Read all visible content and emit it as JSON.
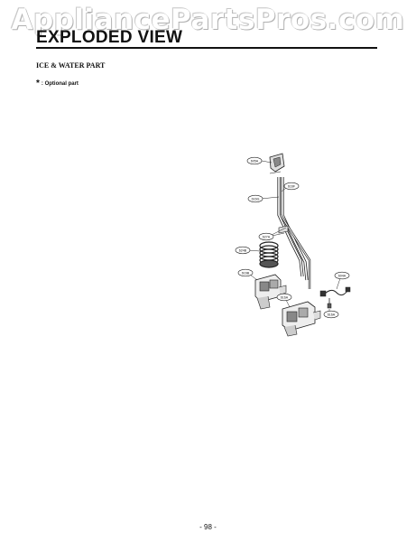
{
  "watermark": "AppliancePartsPros.com",
  "header": {
    "title": "EXPLODED VIEW"
  },
  "section": {
    "heading": "ICE & WATER PART"
  },
  "note": {
    "star": "*",
    "text": ": Optional part"
  },
  "callouts": [
    "605A",
    "616F",
    "616G",
    "627A",
    "624B",
    "616B",
    "616A",
    "604A",
    "616A"
  ],
  "footer": {
    "page_number": "- 98 -"
  }
}
